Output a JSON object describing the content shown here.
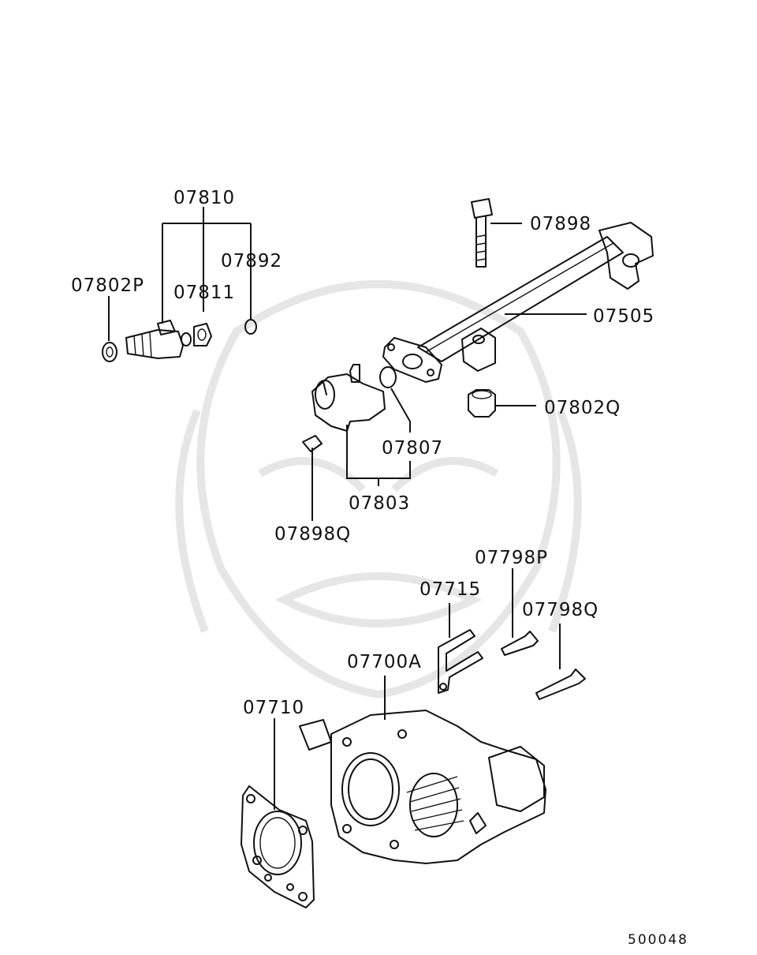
{
  "labels": {
    "p07810": "07810",
    "p07892": "07892",
    "p07811": "07811",
    "p07802P": "07802P",
    "p07898": "07898",
    "p07505": "07505",
    "p07802Q": "07802Q",
    "p07807": "07807",
    "p07803": "07803",
    "p07898Q": "07898Q",
    "p07798P": "07798P",
    "p07715": "07715",
    "p07798Q": "07798Q",
    "p07700A": "07700A",
    "p07710": "07710"
  },
  "diagram_code": "500048",
  "colors": {
    "ink": "#111111",
    "watermark": "#e6e6e6",
    "background": "#ffffff"
  }
}
